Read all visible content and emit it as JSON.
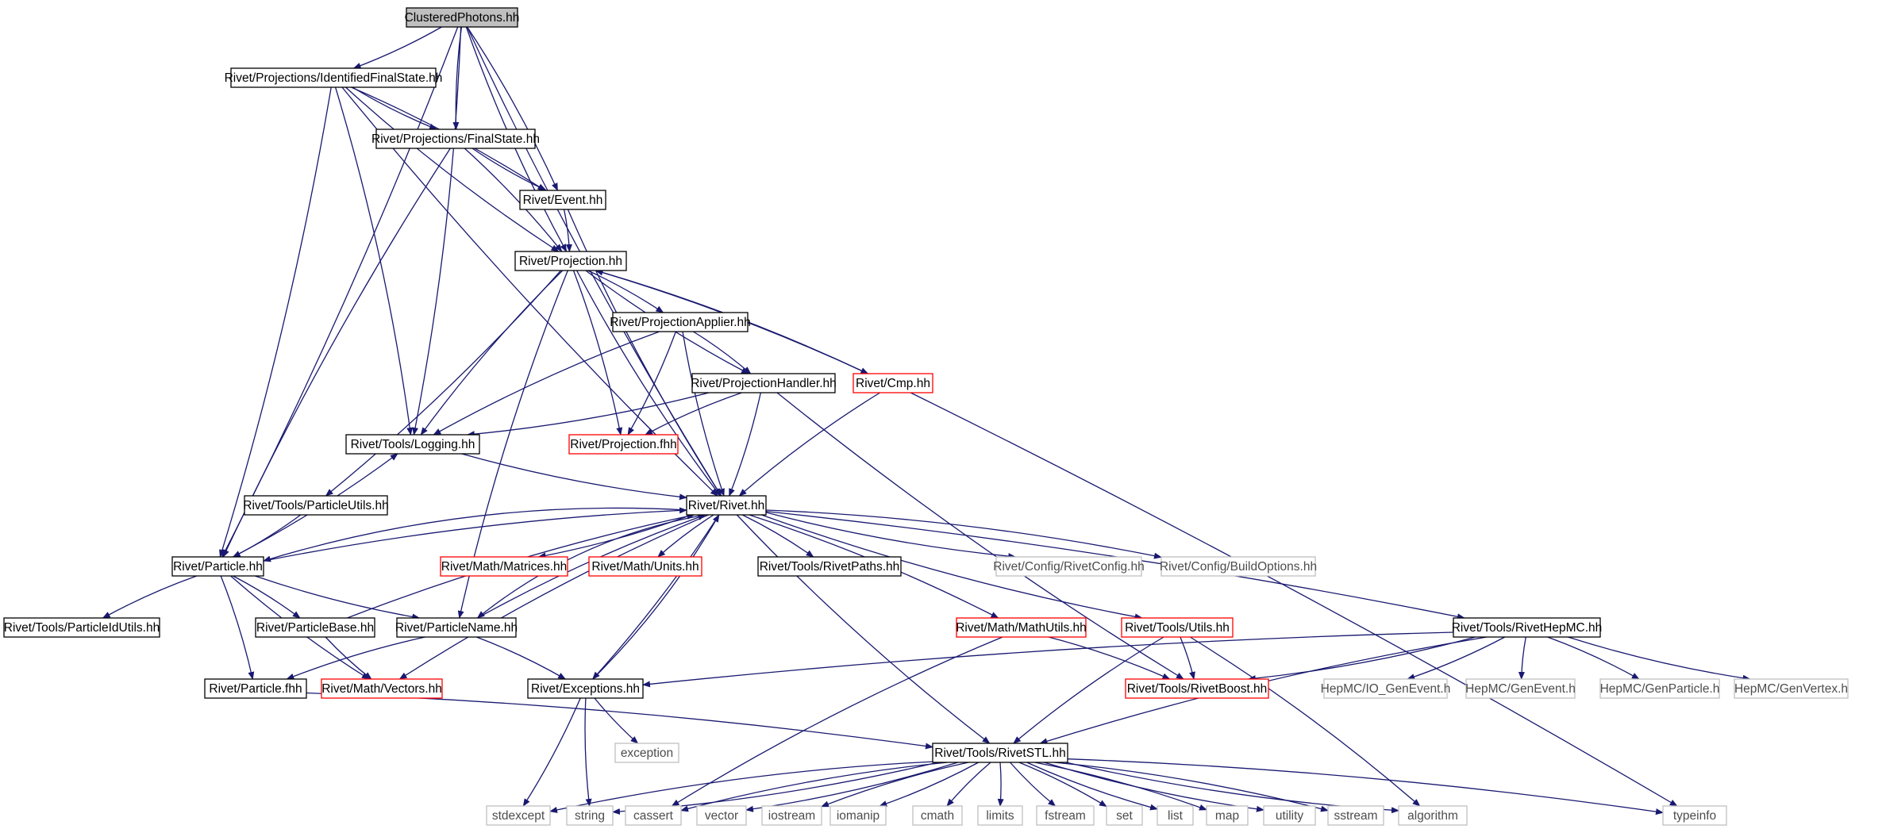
{
  "colors": {
    "edge": "#191970",
    "box_black": "#000000",
    "box_red": "#ff0000",
    "box_gray": "#bfbfbf",
    "root_fill": "#bfbfbf",
    "text_dark": "#000000",
    "text_gray": "#4d4d4d"
  },
  "nodes": [
    {
      "id": "clusteredphotons",
      "label": "ClusteredPhotons.hh",
      "style": "root"
    },
    {
      "id": "identifiedfinalstate",
      "label": "Rivet/Projections/IdentifiedFinalState.hh",
      "style": "black"
    },
    {
      "id": "finalstate",
      "label": "Rivet/Projections/FinalState.hh",
      "style": "black"
    },
    {
      "id": "event",
      "label": "Rivet/Event.hh",
      "style": "black"
    },
    {
      "id": "projection",
      "label": "Rivet/Projection.hh",
      "style": "black"
    },
    {
      "id": "projectionapplier",
      "label": "Rivet/ProjectionApplier.hh",
      "style": "black"
    },
    {
      "id": "projectionhandler",
      "label": "Rivet/ProjectionHandler.hh",
      "style": "black"
    },
    {
      "id": "cmp",
      "label": "Rivet/Cmp.hh",
      "style": "red"
    },
    {
      "id": "logging",
      "label": "Rivet/Tools/Logging.hh",
      "style": "black"
    },
    {
      "id": "projectionfhh",
      "label": "Rivet/Projection.fhh",
      "style": "red"
    },
    {
      "id": "particleutils",
      "label": "Rivet/Tools/ParticleUtils.hh",
      "style": "black"
    },
    {
      "id": "rivet",
      "label": "Rivet/Rivet.hh",
      "style": "black"
    },
    {
      "id": "particle",
      "label": "Rivet/Particle.hh",
      "style": "black"
    },
    {
      "id": "matrices",
      "label": "Rivet/Math/Matrices.hh",
      "style": "red"
    },
    {
      "id": "units",
      "label": "Rivet/Math/Units.hh",
      "style": "red"
    },
    {
      "id": "rivetpaths",
      "label": "Rivet/Tools/RivetPaths.hh",
      "style": "black"
    },
    {
      "id": "rivetconfig",
      "label": "Rivet/Config/RivetConfig.hh",
      "style": "gray"
    },
    {
      "id": "buildoptions",
      "label": "Rivet/Config/BuildOptions.hh",
      "style": "gray"
    },
    {
      "id": "particleidutils",
      "label": "Rivet/Tools/ParticleIdUtils.hh",
      "style": "black"
    },
    {
      "id": "particlebase",
      "label": "Rivet/ParticleBase.hh",
      "style": "black"
    },
    {
      "id": "particlename",
      "label": "Rivet/ParticleName.hh",
      "style": "black"
    },
    {
      "id": "mathutils",
      "label": "Rivet/Math/MathUtils.hh",
      "style": "red"
    },
    {
      "id": "toolsutils",
      "label": "Rivet/Tools/Utils.hh",
      "style": "red"
    },
    {
      "id": "rivethepmc",
      "label": "Rivet/Tools/RivetHepMC.hh",
      "style": "black"
    },
    {
      "id": "particlefhh",
      "label": "Rivet/Particle.fhh",
      "style": "black"
    },
    {
      "id": "vectors",
      "label": "Rivet/Math/Vectors.hh",
      "style": "red"
    },
    {
      "id": "exceptions",
      "label": "Rivet/Exceptions.hh",
      "style": "black"
    },
    {
      "id": "rivetboost",
      "label": "Rivet/Tools/RivetBoost.hh",
      "style": "red"
    },
    {
      "id": "io_genevent",
      "label": "HepMC/IO_GenEvent.h",
      "style": "gray"
    },
    {
      "id": "genevent",
      "label": "HepMC/GenEvent.h",
      "style": "gray"
    },
    {
      "id": "genparticle",
      "label": "HepMC/GenParticle.h",
      "style": "gray"
    },
    {
      "id": "genvertex",
      "label": "HepMC/GenVertex.h",
      "style": "gray"
    },
    {
      "id": "exception",
      "label": "exception",
      "style": "gray"
    },
    {
      "id": "rivetstl",
      "label": "Rivet/Tools/RivetSTL.hh",
      "style": "black"
    },
    {
      "id": "stdexcept",
      "label": "stdexcept",
      "style": "gray"
    },
    {
      "id": "string",
      "label": "string",
      "style": "gray"
    },
    {
      "id": "cassert",
      "label": "cassert",
      "style": "gray"
    },
    {
      "id": "vector",
      "label": "vector",
      "style": "gray"
    },
    {
      "id": "iostream",
      "label": "iostream",
      "style": "gray"
    },
    {
      "id": "iomanip",
      "label": "iomanip",
      "style": "gray"
    },
    {
      "id": "cmath",
      "label": "cmath",
      "style": "gray"
    },
    {
      "id": "limits",
      "label": "limits",
      "style": "gray"
    },
    {
      "id": "fstream",
      "label": "fstream",
      "style": "gray"
    },
    {
      "id": "set",
      "label": "set",
      "style": "gray"
    },
    {
      "id": "list",
      "label": "list",
      "style": "gray"
    },
    {
      "id": "map",
      "label": "map",
      "style": "gray"
    },
    {
      "id": "utility",
      "label": "utility",
      "style": "gray"
    },
    {
      "id": "sstream",
      "label": "sstream",
      "style": "gray"
    },
    {
      "id": "algorithm",
      "label": "algorithm",
      "style": "gray"
    },
    {
      "id": "typeinfo",
      "label": "typeinfo",
      "style": "gray"
    }
  ],
  "edges": [
    [
      "clusteredphotons",
      "identifiedfinalstate"
    ],
    [
      "clusteredphotons",
      "finalstate"
    ],
    [
      "clusteredphotons",
      "event"
    ],
    [
      "clusteredphotons",
      "projection"
    ],
    [
      "clusteredphotons",
      "logging"
    ],
    [
      "clusteredphotons",
      "rivet"
    ],
    [
      "clusteredphotons",
      "particle"
    ],
    [
      "identifiedfinalstate",
      "finalstate"
    ],
    [
      "identifiedfinalstate",
      "event"
    ],
    [
      "identifiedfinalstate",
      "projection"
    ],
    [
      "identifiedfinalstate",
      "logging"
    ],
    [
      "identifiedfinalstate",
      "rivet"
    ],
    [
      "identifiedfinalstate",
      "particle"
    ],
    [
      "finalstate",
      "event"
    ],
    [
      "finalstate",
      "projection"
    ],
    [
      "finalstate",
      "particle"
    ],
    [
      "event",
      "projection"
    ],
    [
      "event",
      "rivet"
    ],
    [
      "projection",
      "projectionapplier"
    ],
    [
      "projection",
      "projectionhandler"
    ],
    [
      "projection",
      "cmp"
    ],
    [
      "projection",
      "logging"
    ],
    [
      "projection",
      "projectionfhh"
    ],
    [
      "projection",
      "rivet"
    ],
    [
      "projection",
      "particleutils"
    ],
    [
      "projection",
      "particlename"
    ],
    [
      "projectionapplier",
      "projectionhandler"
    ],
    [
      "projectionapplier",
      "logging"
    ],
    [
      "projectionapplier",
      "projectionfhh"
    ],
    [
      "projectionapplier",
      "rivet"
    ],
    [
      "projectionhandler",
      "logging"
    ],
    [
      "projectionhandler",
      "projectionfhh"
    ],
    [
      "projectionhandler",
      "rivet"
    ],
    [
      "projectionhandler",
      "rivetboost"
    ],
    [
      "cmp",
      "projection"
    ],
    [
      "cmp",
      "rivet"
    ],
    [
      "cmp",
      "typeinfo"
    ],
    [
      "logging",
      "rivet"
    ],
    [
      "particleutils",
      "particle"
    ],
    [
      "particle",
      "logging"
    ],
    [
      "particle",
      "rivet"
    ],
    [
      "particle",
      "particleidutils"
    ],
    [
      "particle",
      "particlebase"
    ],
    [
      "particle",
      "particlename"
    ],
    [
      "particle",
      "particlefhh"
    ],
    [
      "particle",
      "vectors"
    ],
    [
      "particlebase",
      "rivet"
    ],
    [
      "particlebase",
      "vectors"
    ],
    [
      "particlename",
      "rivet"
    ],
    [
      "particlename",
      "particlefhh"
    ],
    [
      "particlename",
      "exceptions"
    ],
    [
      "rivet",
      "particle"
    ],
    [
      "rivet",
      "matrices"
    ],
    [
      "rivet",
      "units"
    ],
    [
      "rivet",
      "rivetpaths"
    ],
    [
      "rivet",
      "rivetconfig"
    ],
    [
      "rivet",
      "buildoptions"
    ],
    [
      "rivet",
      "particlename"
    ],
    [
      "rivet",
      "mathutils"
    ],
    [
      "rivet",
      "toolsutils"
    ],
    [
      "rivet",
      "rivethepmc"
    ],
    [
      "rivet",
      "vectors"
    ],
    [
      "rivet",
      "exceptions"
    ],
    [
      "rivet",
      "rivetstl"
    ],
    [
      "exceptions",
      "rivet"
    ],
    [
      "exceptions",
      "exception"
    ],
    [
      "exceptions",
      "stdexcept"
    ],
    [
      "exceptions",
      "string"
    ],
    [
      "mathutils",
      "rivetboost"
    ],
    [
      "mathutils",
      "cassert"
    ],
    [
      "toolsutils",
      "rivetboost"
    ],
    [
      "toolsutils",
      "rivetstl"
    ],
    [
      "toolsutils",
      "algorithm"
    ],
    [
      "rivethepmc",
      "exceptions"
    ],
    [
      "rivethepmc",
      "rivetboost"
    ],
    [
      "rivethepmc",
      "rivetstl"
    ],
    [
      "rivethepmc",
      "io_genevent"
    ],
    [
      "rivethepmc",
      "genevent"
    ],
    [
      "rivethepmc",
      "genparticle"
    ],
    [
      "rivethepmc",
      "genvertex"
    ],
    [
      "particlefhh",
      "rivetstl"
    ],
    [
      "rivetstl",
      "stdexcept"
    ],
    [
      "rivetstl",
      "string"
    ],
    [
      "rivetstl",
      "cassert"
    ],
    [
      "rivetstl",
      "vector"
    ],
    [
      "rivetstl",
      "iostream"
    ],
    [
      "rivetstl",
      "iomanip"
    ],
    [
      "rivetstl",
      "cmath"
    ],
    [
      "rivetstl",
      "limits"
    ],
    [
      "rivetstl",
      "fstream"
    ],
    [
      "rivetstl",
      "set"
    ],
    [
      "rivetstl",
      "list"
    ],
    [
      "rivetstl",
      "map"
    ],
    [
      "rivetstl",
      "utility"
    ],
    [
      "rivetstl",
      "sstream"
    ],
    [
      "rivetstl",
      "algorithm"
    ],
    [
      "rivetstl",
      "typeinfo"
    ]
  ]
}
